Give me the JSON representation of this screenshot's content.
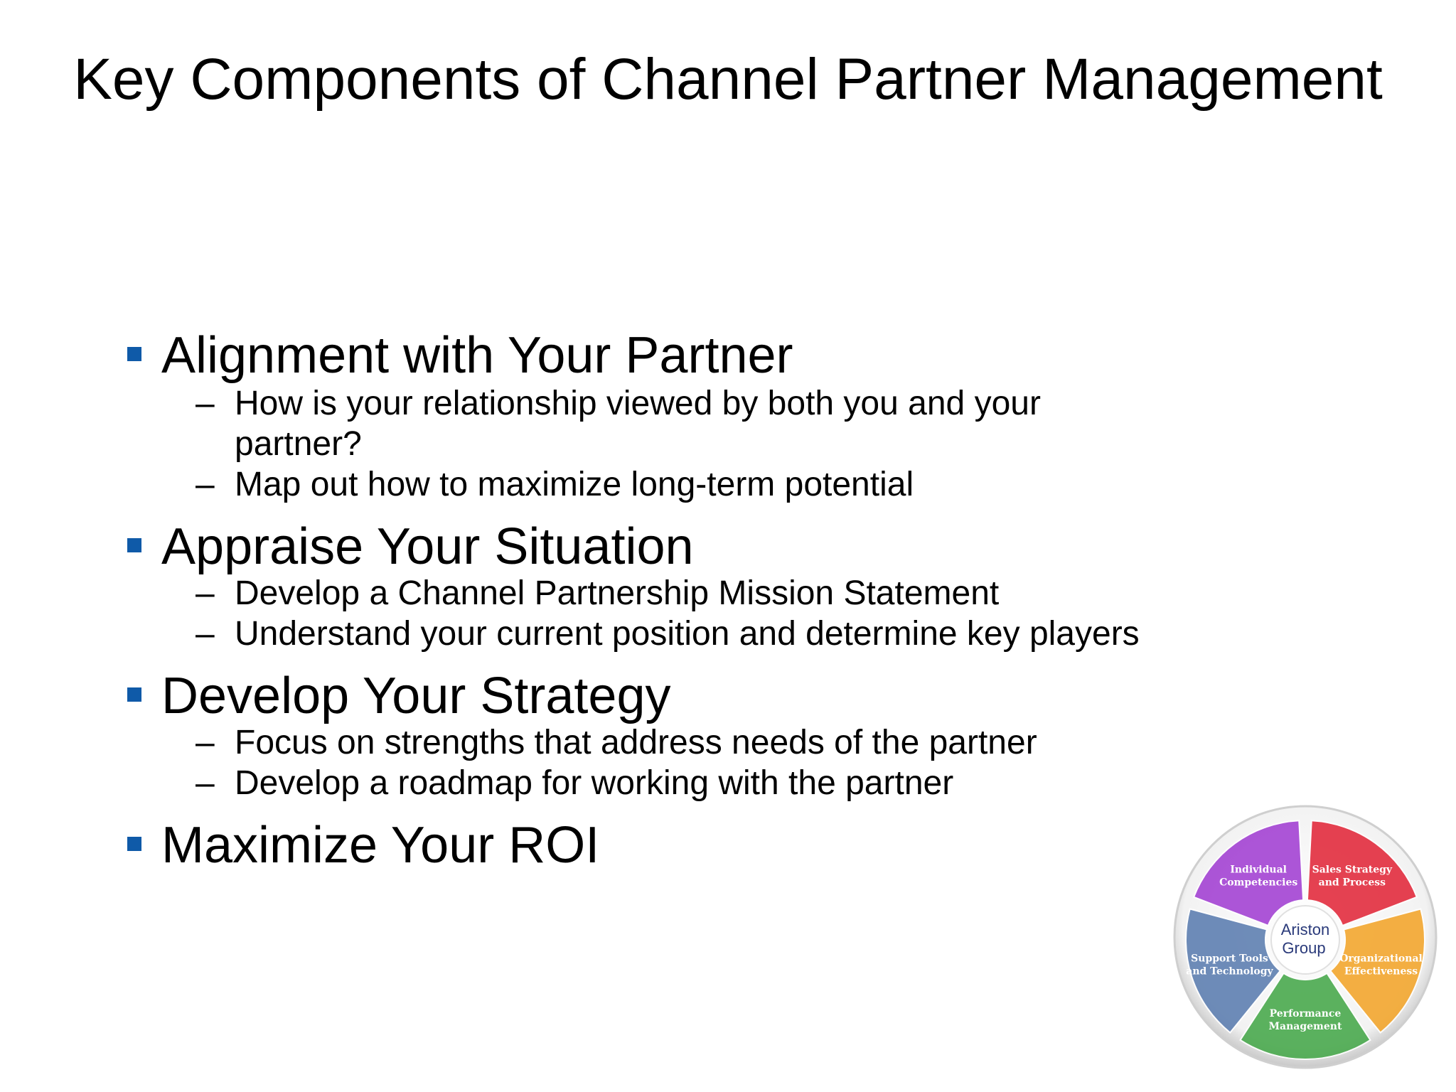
{
  "slide": {
    "title": "Key Components of Channel Partner Management",
    "bullets": [
      {
        "text": "Alignment with Your Partner",
        "subs": [
          "How is your relationship viewed by both you and your partner?",
          "Map out how to maximize long-term potential"
        ]
      },
      {
        "text": "Appraise Your Situation",
        "subs": [
          "Develop a Channel Partnership Mission Statement",
          "Understand your current position and determine key players"
        ]
      },
      {
        "text": "Develop Your Strategy",
        "subs": [
          "Focus on strengths that address needs of the partner",
          "Develop a roadmap for working with the partner"
        ]
      },
      {
        "text": "Maximize Your ROI",
        "subs": []
      }
    ],
    "dash_symbol": "–",
    "bullet_color": "#0f5aa8"
  },
  "logo": {
    "center_line1": "Ariston",
    "center_line2": "Group",
    "segments": [
      {
        "line1": "Individual",
        "line2": "Competencies",
        "color": "#a23fd3"
      },
      {
        "line1": "Sales Strategy",
        "line2": "and Process",
        "color": "#e2283a"
      },
      {
        "line1": "Organizational",
        "line2": "Effectiveness",
        "color": "#f3a52a"
      },
      {
        "line1": "Performance",
        "line2": "Management",
        "color": "#46a84a"
      },
      {
        "line1": "Support Tools",
        "line2": "and Technology",
        "color": "#5b7db0"
      }
    ]
  }
}
